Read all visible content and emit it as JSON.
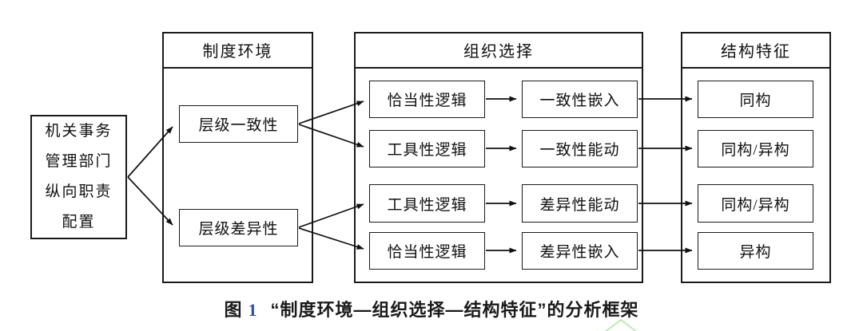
{
  "diagram": {
    "source": {
      "lines": [
        "机关事务",
        "管理部门",
        "纵向职责",
        "配置"
      ]
    },
    "col_institution": {
      "header": "制度环境",
      "items": [
        "层级一致性",
        "层级差异性"
      ]
    },
    "col_organization": {
      "header": "组织选择",
      "logic": [
        "恰当性逻辑",
        "工具性逻辑",
        "工具性逻辑",
        "恰当性逻辑"
      ],
      "outcome": [
        "一致性嵌入",
        "一致性能动",
        "差异性能动",
        "差异性嵌入"
      ]
    },
    "col_structure": {
      "header": "结构特征",
      "items": [
        "同构",
        "同构/异构",
        "同构/异构",
        "异构"
      ]
    }
  },
  "caption": {
    "label": "图",
    "number": "1",
    "title": "“制度环境—组织选择—结构特征”的分析框架"
  },
  "colors": {
    "line": "#1a1a1a",
    "caption_number_blue": "#2e4fa8",
    "watermark_green": "#b9e8b0"
  }
}
